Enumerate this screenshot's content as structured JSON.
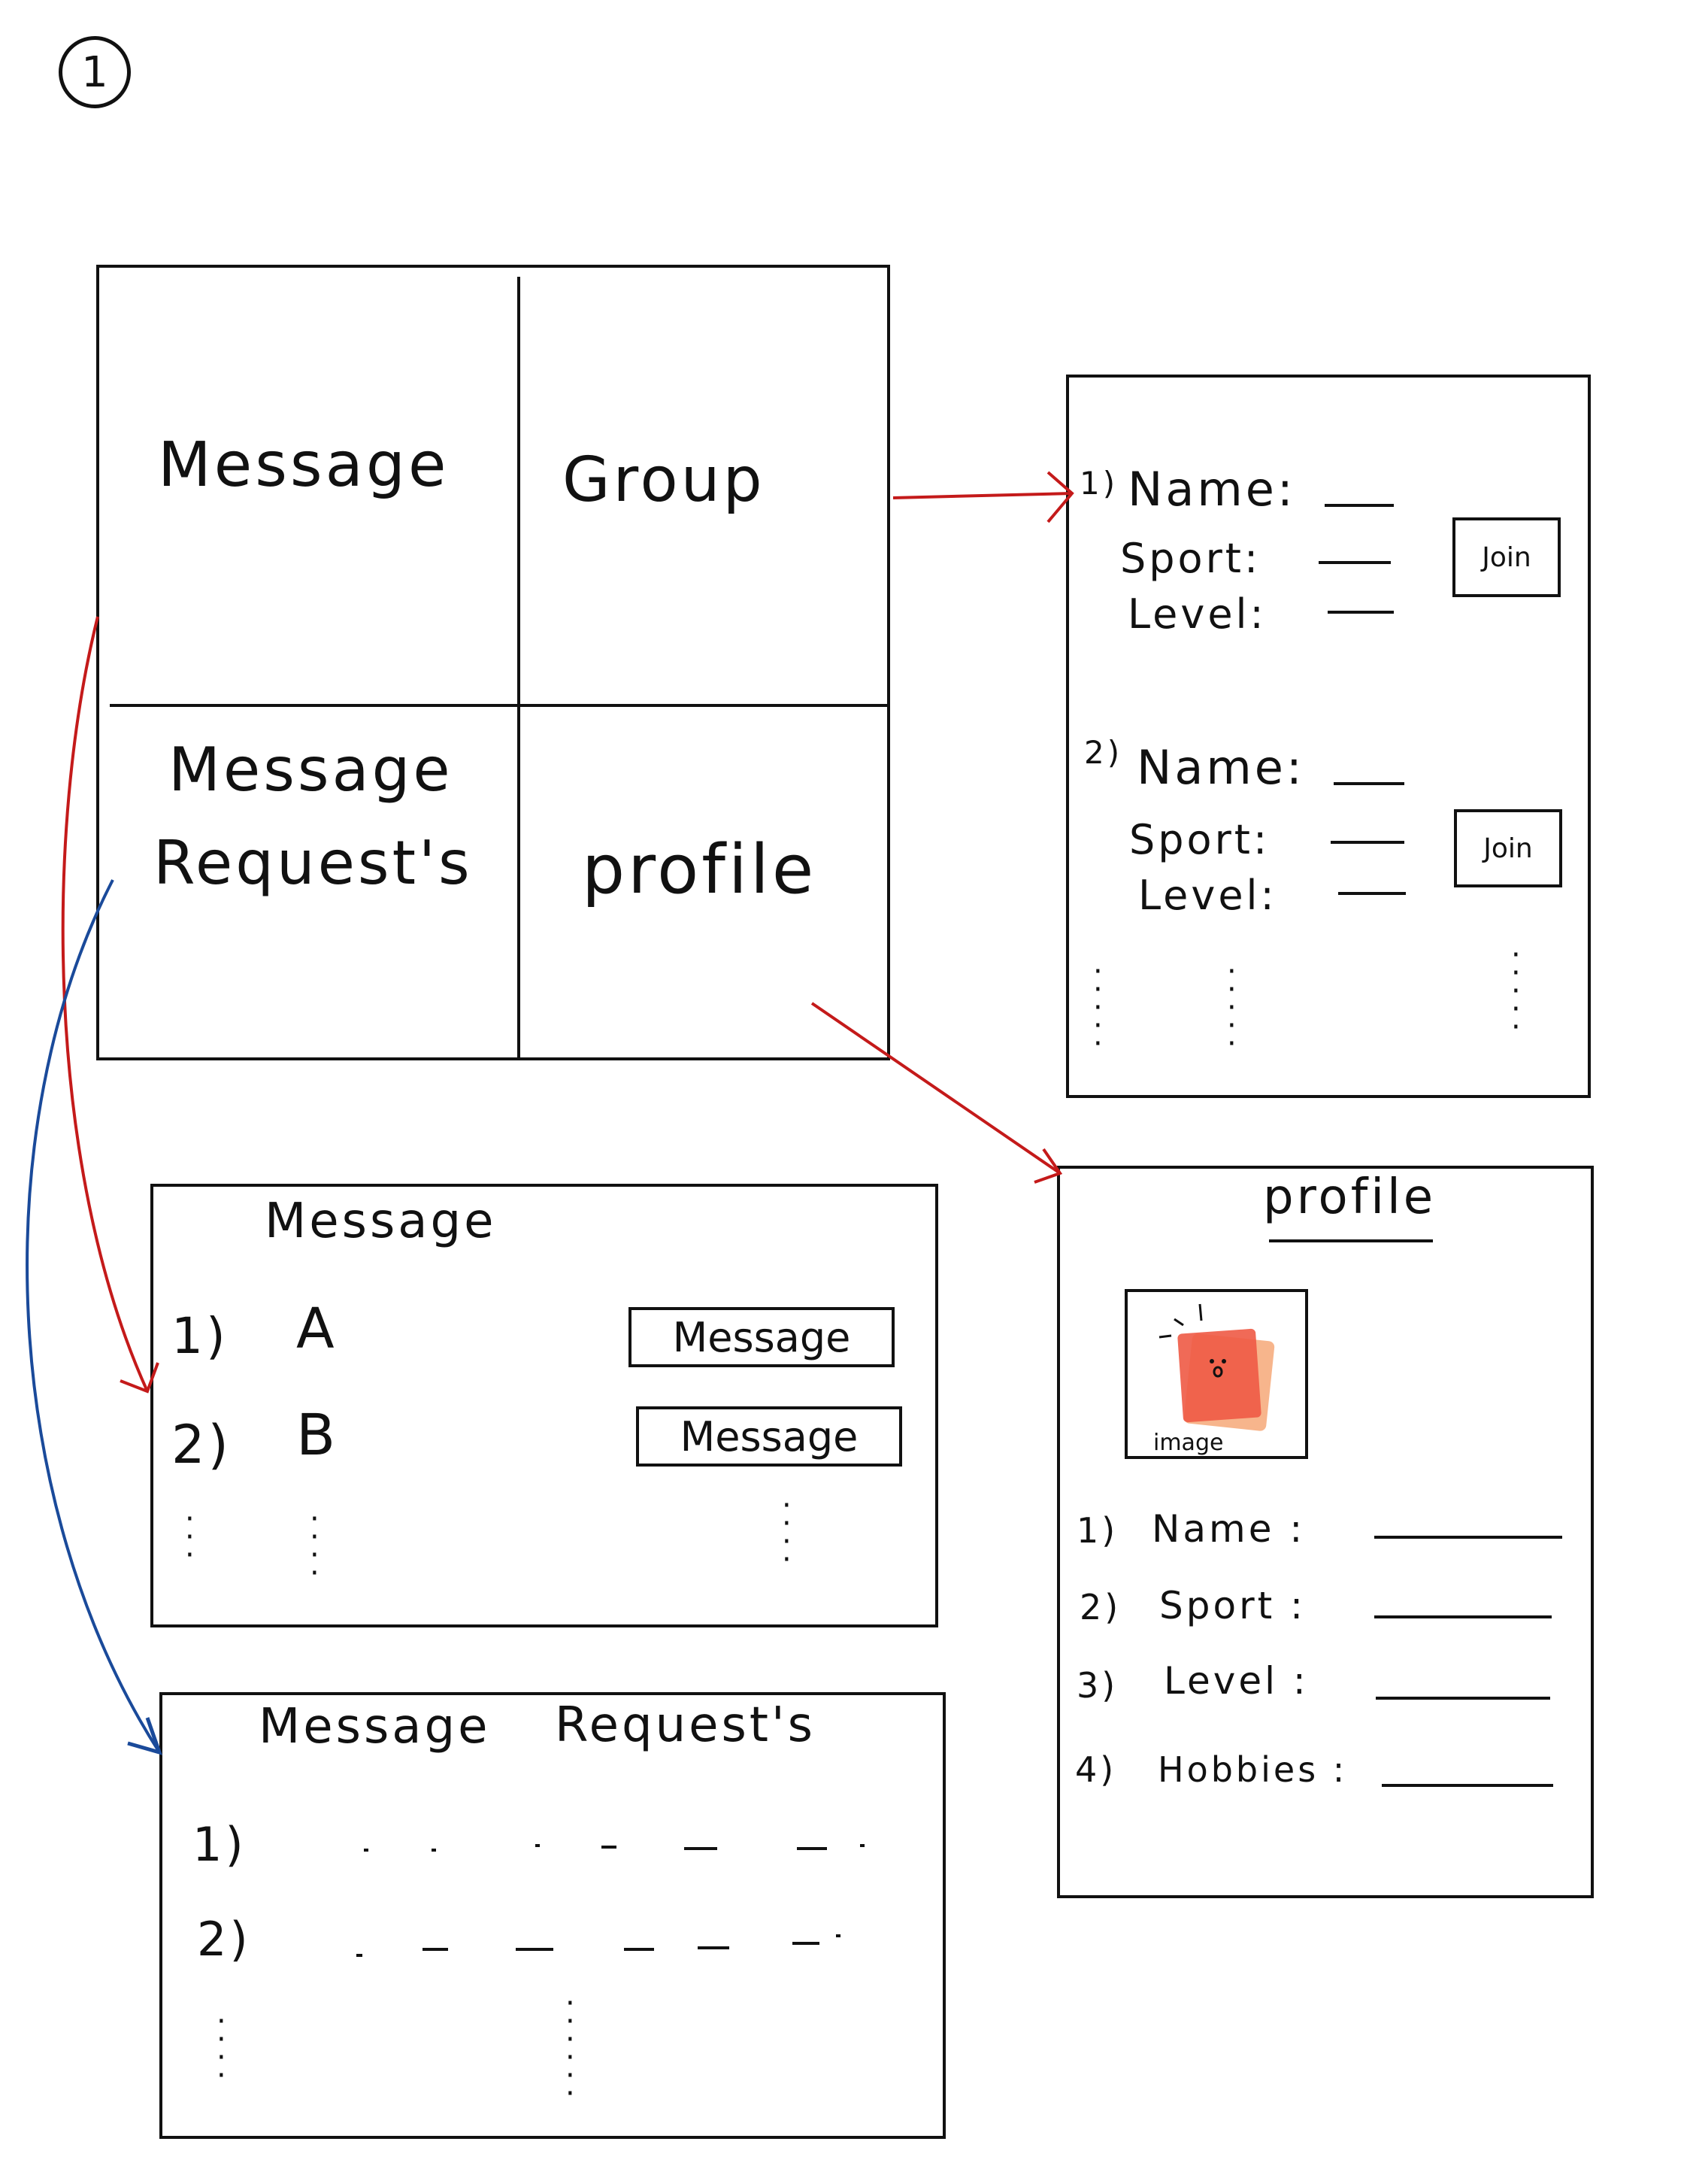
{
  "page_number": "1",
  "menu": {
    "message": "Message",
    "group": "Group",
    "message_requests_line1": "Message",
    "message_requests_line2": "Request's",
    "profile": "profile"
  },
  "groups": {
    "items": [
      {
        "num": "1)",
        "name_label": "Name:",
        "sport_label": "Sport:",
        "level_label": "Level:",
        "join": "Join"
      },
      {
        "num": "2)",
        "name_label": "Name:",
        "sport_label": "Sport:",
        "level_label": "Level:",
        "join": "Join"
      }
    ]
  },
  "messages": {
    "title": "Message",
    "items": [
      {
        "num": "1)",
        "name": "A",
        "button": "Message"
      },
      {
        "num": "2)",
        "name": "B",
        "button": "Message"
      }
    ]
  },
  "requests": {
    "title_left": "Message",
    "title_right": "Request's",
    "items": [
      {
        "num": "1)"
      },
      {
        "num": "2)"
      }
    ]
  },
  "profile": {
    "title": "profile",
    "image_label": "image",
    "fields": [
      {
        "num": "1)",
        "label": "Name :"
      },
      {
        "num": "2)",
        "label": "Sport :"
      },
      {
        "num": "3)",
        "label": "Level :"
      },
      {
        "num": "4)",
        "label": "Hobbies :"
      }
    ]
  },
  "colors": {
    "ink": "#111111",
    "arrow_red": "#c41a1a",
    "arrow_blue": "#1a4a9a",
    "image_red": "#ee5a45",
    "image_orange": "#f6a878"
  }
}
